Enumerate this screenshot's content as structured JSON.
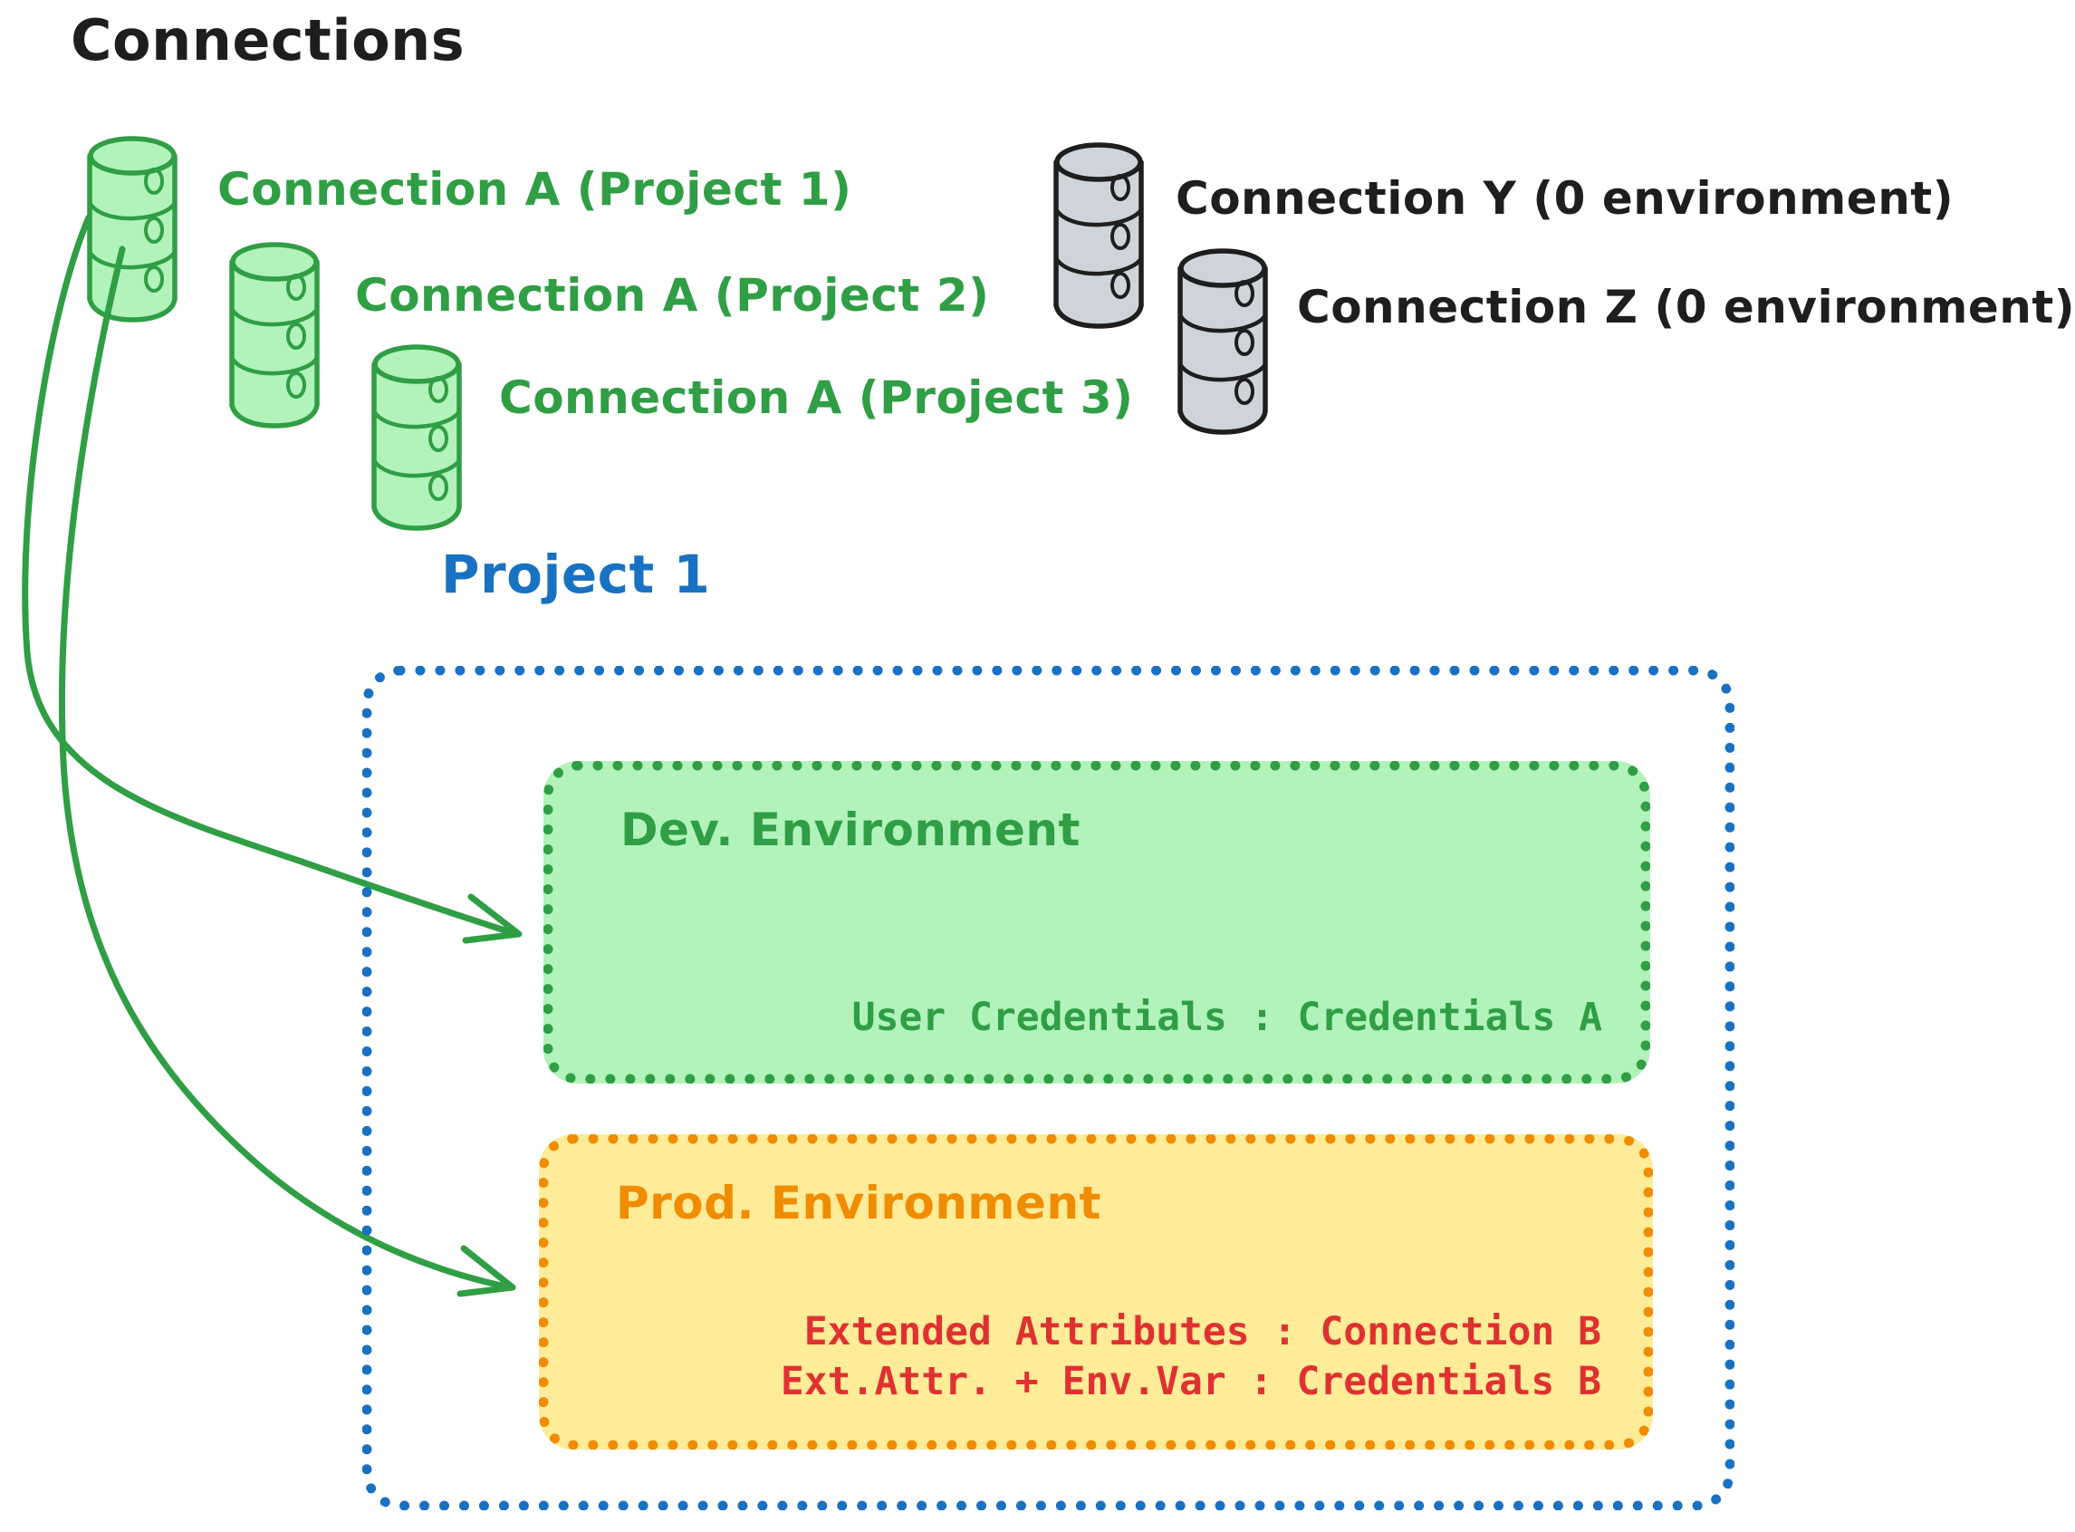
{
  "diagram": {
    "title": "Connections",
    "project_title": "Project 1",
    "connections": [
      {
        "id": "conn-a-p1",
        "label": "Connection A (Project 1)",
        "color": "#2f9e44",
        "style": "green"
      },
      {
        "id": "conn-a-p2",
        "label": "Connection A (Project 2)",
        "color": "#2f9e44",
        "style": "green"
      },
      {
        "id": "conn-a-p3",
        "label": "Connection A (Project 3)",
        "color": "#2f9e44",
        "style": "green"
      },
      {
        "id": "conn-y",
        "label": "Connection Y (0 environment)",
        "color": "#1e1e1e",
        "style": "gray"
      },
      {
        "id": "conn-z",
        "label": "Connection Z (0 environment)",
        "color": "#1e1e1e",
        "style": "gray"
      }
    ],
    "environments": [
      {
        "id": "dev",
        "title": "Dev. Environment",
        "border_color": "#2f9e44",
        "fill_color": "#b2f2bb",
        "text_color": "#2f9e44",
        "lines": [
          "User Credentials : Credentials A"
        ]
      },
      {
        "id": "prod",
        "title": "Prod. Environment",
        "border_color": "#f08c00",
        "fill_color": "#ffec99",
        "text_color": "#e03131",
        "lines": [
          "Extended Attributes : Connection B",
          "Ext.Attr. + Env.Var : Credentials B"
        ]
      }
    ],
    "colors": {
      "green_stroke": "#2f9e44",
      "green_fill": "#b2f2bb",
      "orange_stroke": "#f08c00",
      "orange_fill": "#ffec99",
      "blue_stroke": "#1971c2",
      "red_text": "#e03131",
      "black_text": "#1e1e1e",
      "gray_fill": "#ced4da",
      "gray_stroke": "#1e1e1e"
    },
    "arrows": [
      {
        "id": "arrow-to-dev",
        "from": "conn-a-p1",
        "to": "dev",
        "color": "#2f9e44"
      },
      {
        "id": "arrow-to-prod",
        "from": "conn-a-p1",
        "to": "prod",
        "color": "#2f9e44"
      }
    ]
  }
}
